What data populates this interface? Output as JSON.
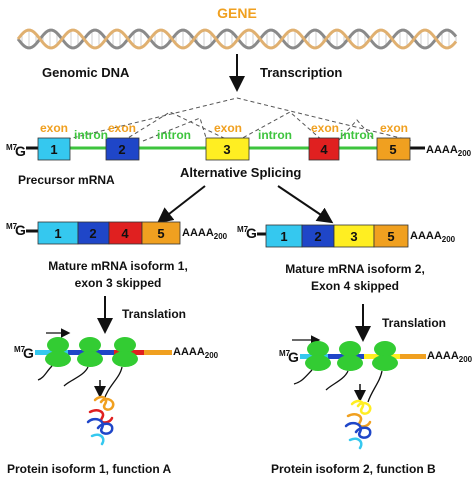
{
  "title": "GENE",
  "genomic_label": "Genomic DNA",
  "transcription_label": "Transcription",
  "precursor_label": "Precursor mRNA",
  "alt_splicing_label": "Alternative Splicing",
  "cap": "M7G",
  "cap_base": "M7",
  "cap_g": "G",
  "tail": "AAAA",
  "tail_sub": "200",
  "exon_word": "exon",
  "intron_word": "intron",
  "exons": [
    {
      "num": "1",
      "color": "#35c8ef"
    },
    {
      "num": "2",
      "color": "#1f46c8"
    },
    {
      "num": "3",
      "color": "#ffee22"
    },
    {
      "num": "4",
      "color": "#e02020"
    },
    {
      "num": "5",
      "color": "#f0a020"
    }
  ],
  "iso1_title": "Mature mRNA isoform 1,",
  "iso1_sub": "exon 3 skipped",
  "iso2_title": "Mature mRNA isoform 2,",
  "iso2_sub": "Exon 4 skipped",
  "translation_label": "Translation",
  "protein1_label": "Protein isoform 1, function A",
  "protein2_label": "Protein isoform 2, function B",
  "colors": {
    "intron": "#3ec43e",
    "ribosome": "#33cc33",
    "exon_text": "#f0a020",
    "dna1": "#8a8a8a",
    "dna2": "#e0b070"
  }
}
